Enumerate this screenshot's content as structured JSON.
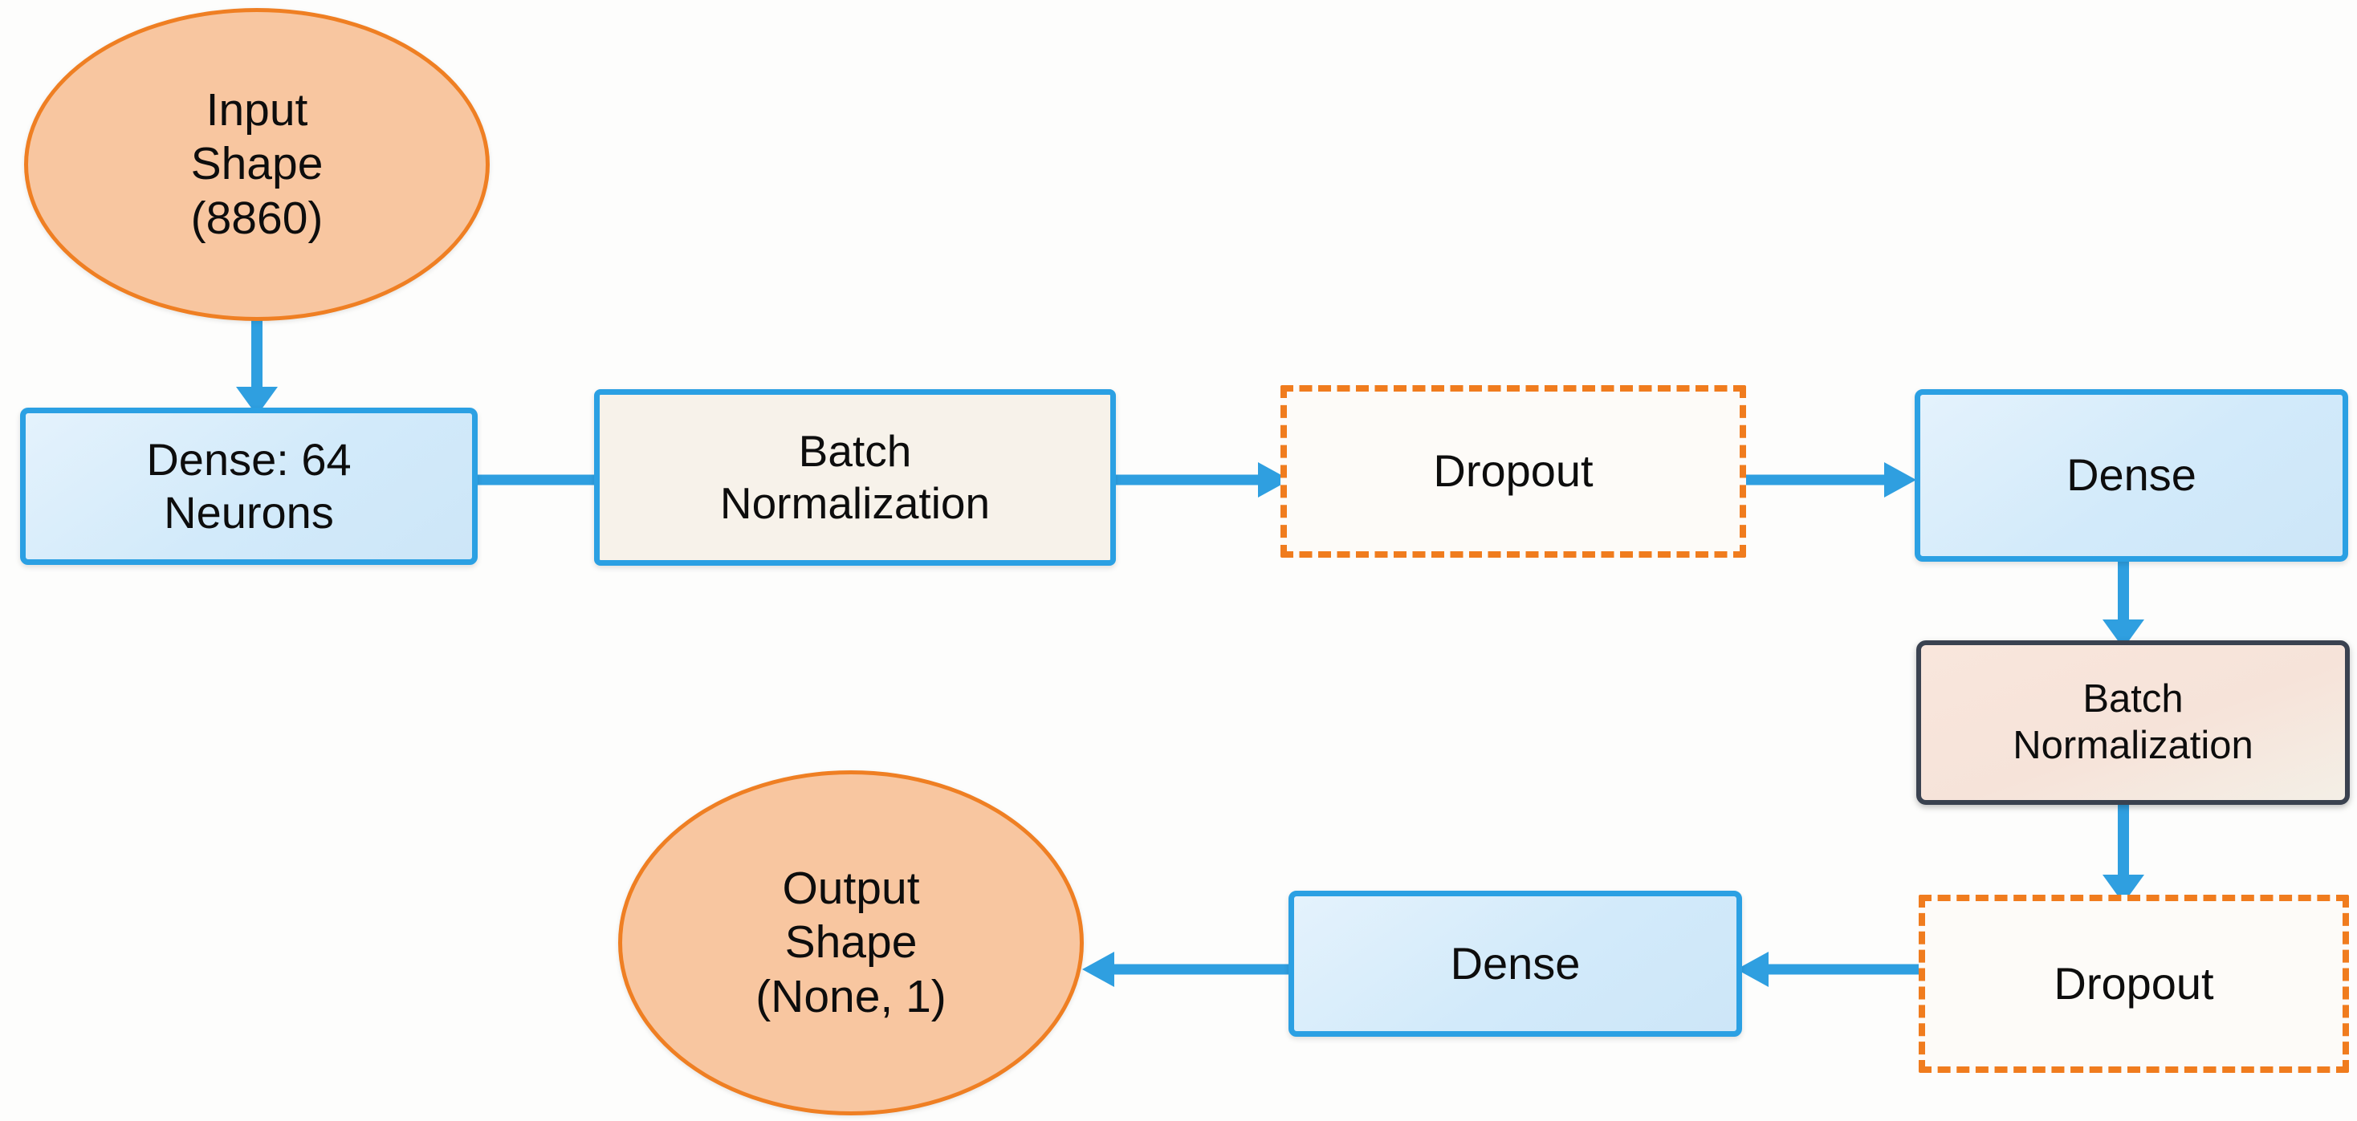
{
  "diagram": {
    "title": "Neural Network Architecture Flowchart",
    "background_color": "#fdfdfc",
    "palette": {
      "ellipse_fill": "#f8c6a0",
      "ellipse_border": "#ef7f23",
      "dense_fill": "#d2eafa",
      "dense_border": "#2ba0e3",
      "batchnorm_cream_fill": "#f7f2ea",
      "batchnorm_pink_fill": "#f8e4da",
      "batchnorm_pink_border": "#3a4250",
      "dropout_border": "#f07c1e",
      "arrow_color": "#2f9fe0",
      "text_color": "#0d0d0d"
    },
    "nodes": [
      {
        "id": "input-shape",
        "label": "Input\nShape\n(8860)",
        "shape": "ellipse",
        "role": "input-layer"
      },
      {
        "id": "dense-64",
        "label": "Dense: 64\nNeurons",
        "shape": "rounded-rect",
        "role": "dense-layer"
      },
      {
        "id": "batch-norm-1",
        "label": "Batch\nNormalization",
        "shape": "rounded-rect",
        "role": "batch-normalization-layer"
      },
      {
        "id": "dropout-1",
        "label": "Dropout",
        "shape": "dashed-rect",
        "role": "dropout-layer"
      },
      {
        "id": "dense-2",
        "label": "Dense",
        "shape": "rounded-rect",
        "role": "dense-layer"
      },
      {
        "id": "batch-norm-2",
        "label": "Batch\nNormalization",
        "shape": "rounded-rect",
        "role": "batch-normalization-layer"
      },
      {
        "id": "dropout-2",
        "label": "Dropout",
        "shape": "dashed-rect",
        "role": "dropout-layer"
      },
      {
        "id": "dense-3",
        "label": "Dense",
        "shape": "rounded-rect",
        "role": "dense-layer"
      },
      {
        "id": "output-shape",
        "label": "Output\nShape\n(None, 1)",
        "shape": "ellipse",
        "role": "output-layer"
      }
    ],
    "edges": [
      {
        "id": "e1",
        "from": "input-shape",
        "to": "dense-64",
        "direction": "down"
      },
      {
        "id": "e2",
        "from": "dense-64",
        "to": "batch-norm-1",
        "direction": "right"
      },
      {
        "id": "e3",
        "from": "batch-norm-1",
        "to": "dropout-1",
        "direction": "right"
      },
      {
        "id": "e4",
        "from": "dropout-1",
        "to": "dense-2",
        "direction": "right"
      },
      {
        "id": "e5",
        "from": "dense-2",
        "to": "batch-norm-2",
        "direction": "down"
      },
      {
        "id": "e6",
        "from": "batch-norm-2",
        "to": "dropout-2",
        "direction": "down"
      },
      {
        "id": "e7",
        "from": "dropout-2",
        "to": "dense-3",
        "direction": "left"
      },
      {
        "id": "e8",
        "from": "dense-3",
        "to": "output-shape",
        "direction": "left"
      }
    ]
  }
}
